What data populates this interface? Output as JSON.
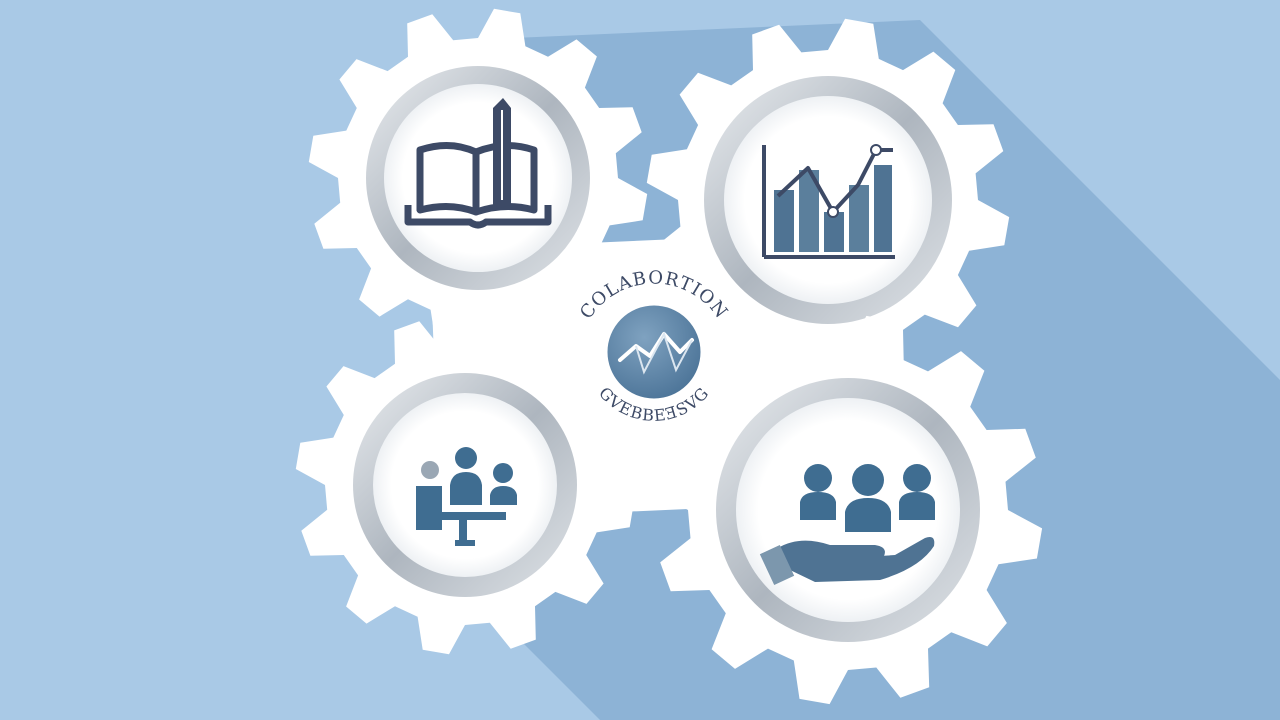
{
  "colors": {
    "background": "#a9c9e6",
    "shadow": "#8db3d6",
    "gear": "#ffffff",
    "ring": "#c7ccd2",
    "icon_dark": "#3d4a66",
    "icon_blue": "#3f6d91",
    "icon_mid": "#5b7f9c"
  },
  "center_badge": {
    "top_text": "COLABORTION",
    "bottom_text": "GVEBBEƎSVG"
  },
  "gears": [
    {
      "name": "knowledge",
      "icon": "open-book-with-pen-icon"
    },
    {
      "name": "analytics",
      "icon": "bar-line-chart-icon"
    },
    {
      "name": "meeting",
      "icon": "team-meeting-icon"
    },
    {
      "name": "support",
      "icon": "hand-holding-people-icon"
    }
  ]
}
